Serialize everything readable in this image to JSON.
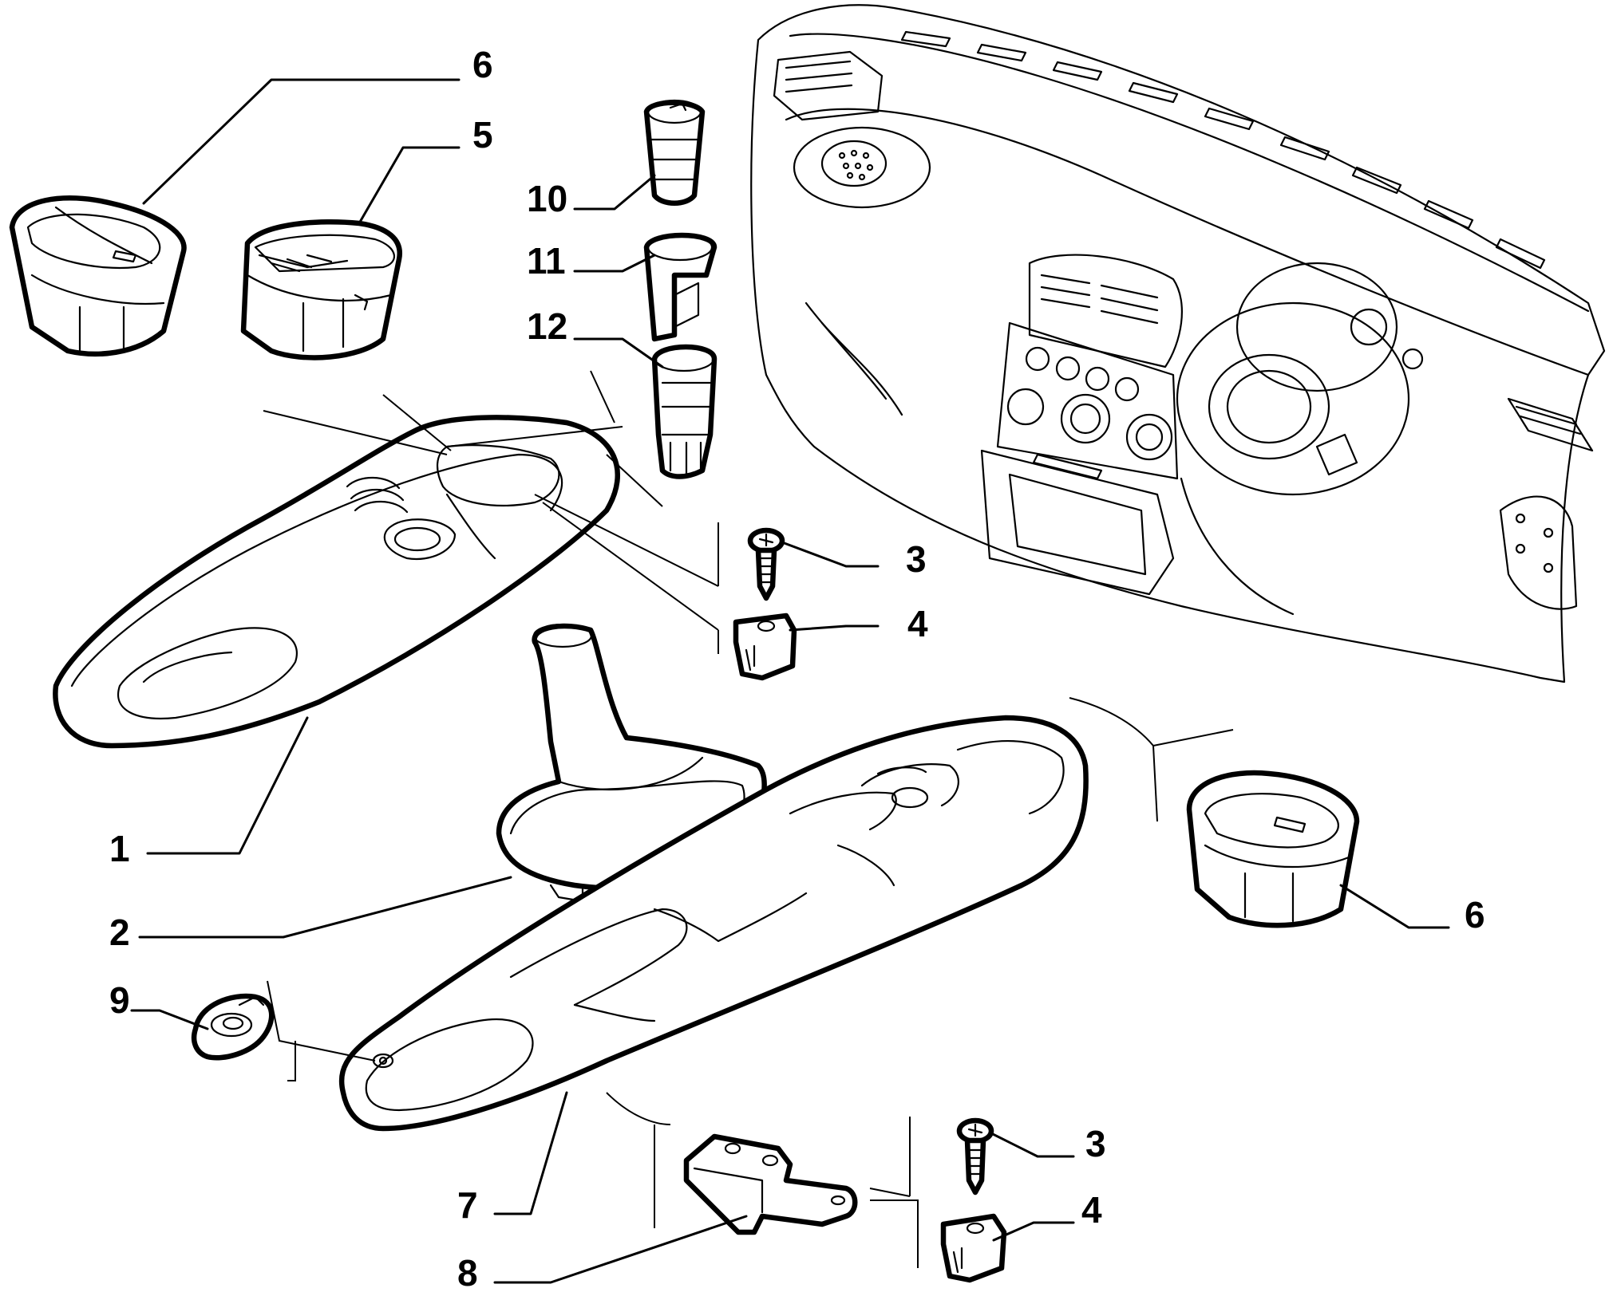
{
  "callouts": [
    {
      "id": "c6a",
      "label": "6"
    },
    {
      "id": "c5",
      "label": "5"
    },
    {
      "id": "c10",
      "label": "10"
    },
    {
      "id": "c11",
      "label": "11"
    },
    {
      "id": "c12",
      "label": "12"
    },
    {
      "id": "c3a",
      "label": "3"
    },
    {
      "id": "c4a",
      "label": "4"
    },
    {
      "id": "c1",
      "label": "1"
    },
    {
      "id": "c2",
      "label": "2"
    },
    {
      "id": "c9",
      "label": "9"
    },
    {
      "id": "c7",
      "label": "7"
    },
    {
      "id": "c8",
      "label": "8"
    },
    {
      "id": "c6b",
      "label": "6"
    },
    {
      "id": "c3b",
      "label": "3"
    },
    {
      "id": "c4b",
      "label": "4"
    }
  ]
}
